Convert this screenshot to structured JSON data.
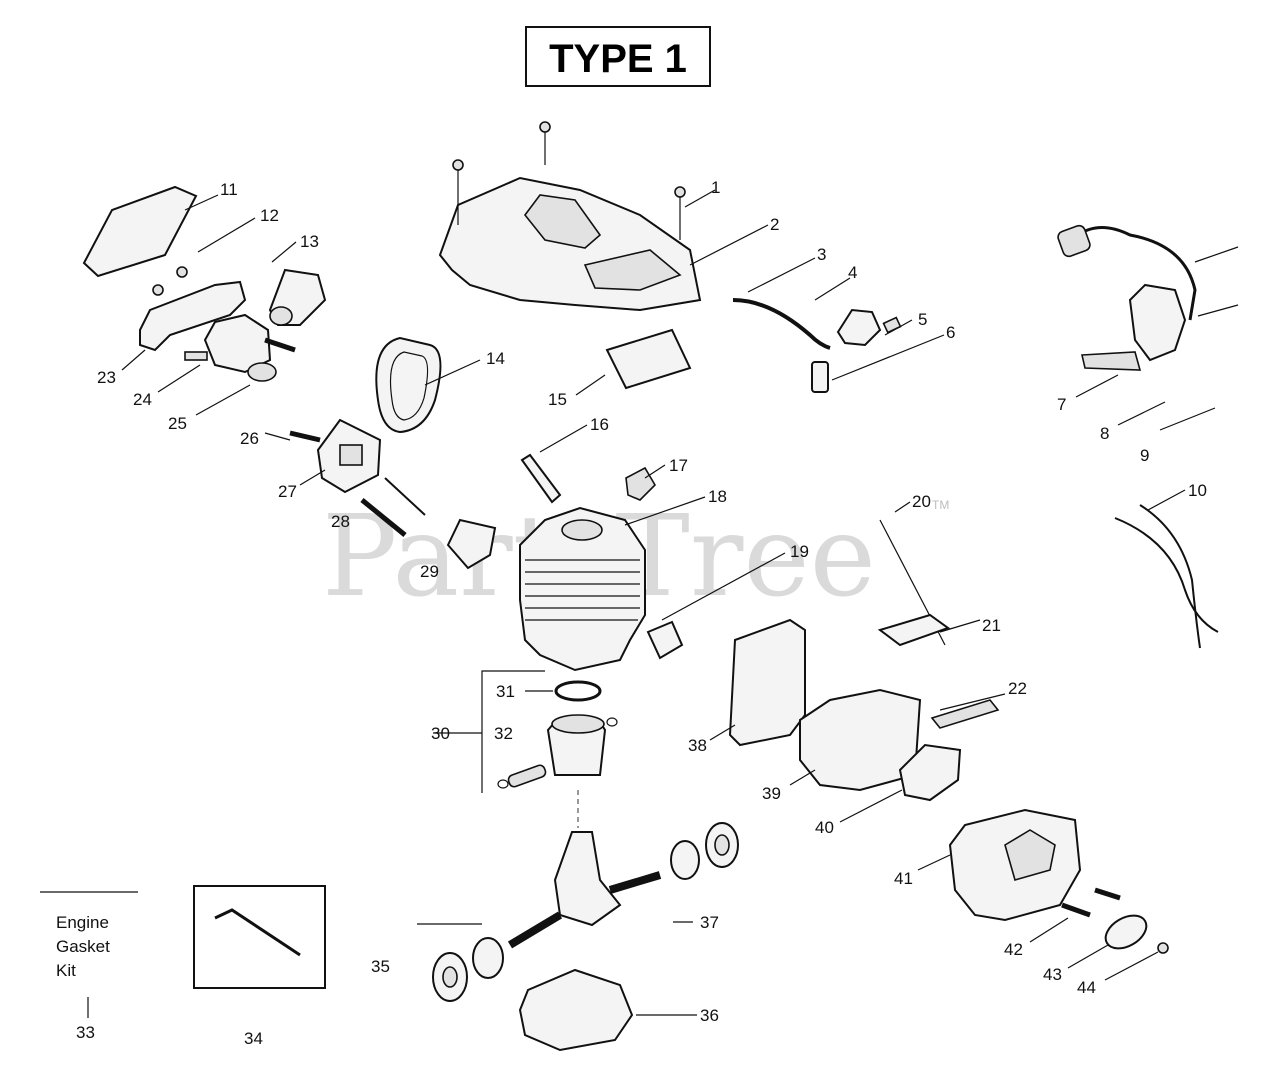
{
  "header": {
    "title": "TYPE 1"
  },
  "watermark": {
    "text": "PartsTree",
    "trademark": "TM"
  },
  "kit": {
    "lines": [
      "Engine",
      "Gasket",
      "Kit"
    ]
  },
  "callouts": [
    {
      "id": "1",
      "text": "1"
    },
    {
      "id": "2",
      "text": "2"
    },
    {
      "id": "3",
      "text": "3"
    },
    {
      "id": "4",
      "text": "4"
    },
    {
      "id": "5",
      "text": "5"
    },
    {
      "id": "6",
      "text": "6"
    },
    {
      "id": "7",
      "text": "7"
    },
    {
      "id": "8",
      "text": "8"
    },
    {
      "id": "9",
      "text": "9"
    },
    {
      "id": "10",
      "text": "10"
    },
    {
      "id": "11",
      "text": "11"
    },
    {
      "id": "12",
      "text": "12"
    },
    {
      "id": "13",
      "text": "13"
    },
    {
      "id": "14",
      "text": "14"
    },
    {
      "id": "15",
      "text": "15"
    },
    {
      "id": "16",
      "text": "16"
    },
    {
      "id": "17",
      "text": "17"
    },
    {
      "id": "18",
      "text": "18"
    },
    {
      "id": "19",
      "text": "19"
    },
    {
      "id": "20",
      "text": "20"
    },
    {
      "id": "21",
      "text": "21"
    },
    {
      "id": "22",
      "text": "22"
    },
    {
      "id": "23",
      "text": "23"
    },
    {
      "id": "24",
      "text": "24"
    },
    {
      "id": "25",
      "text": "25"
    },
    {
      "id": "26",
      "text": "26"
    },
    {
      "id": "27",
      "text": "27"
    },
    {
      "id": "28",
      "text": "28"
    },
    {
      "id": "29",
      "text": "29"
    },
    {
      "id": "30",
      "text": "30"
    },
    {
      "id": "31",
      "text": "31"
    },
    {
      "id": "32",
      "text": "32"
    },
    {
      "id": "33",
      "text": "33"
    },
    {
      "id": "34",
      "text": "34"
    },
    {
      "id": "35",
      "text": "35"
    },
    {
      "id": "36",
      "text": "36"
    },
    {
      "id": "37",
      "text": "37"
    },
    {
      "id": "38",
      "text": "38"
    },
    {
      "id": "39",
      "text": "39"
    },
    {
      "id": "40",
      "text": "40"
    },
    {
      "id": "41",
      "text": "41"
    },
    {
      "id": "42",
      "text": "42"
    },
    {
      "id": "43",
      "text": "43"
    },
    {
      "id": "44",
      "text": "44"
    }
  ]
}
